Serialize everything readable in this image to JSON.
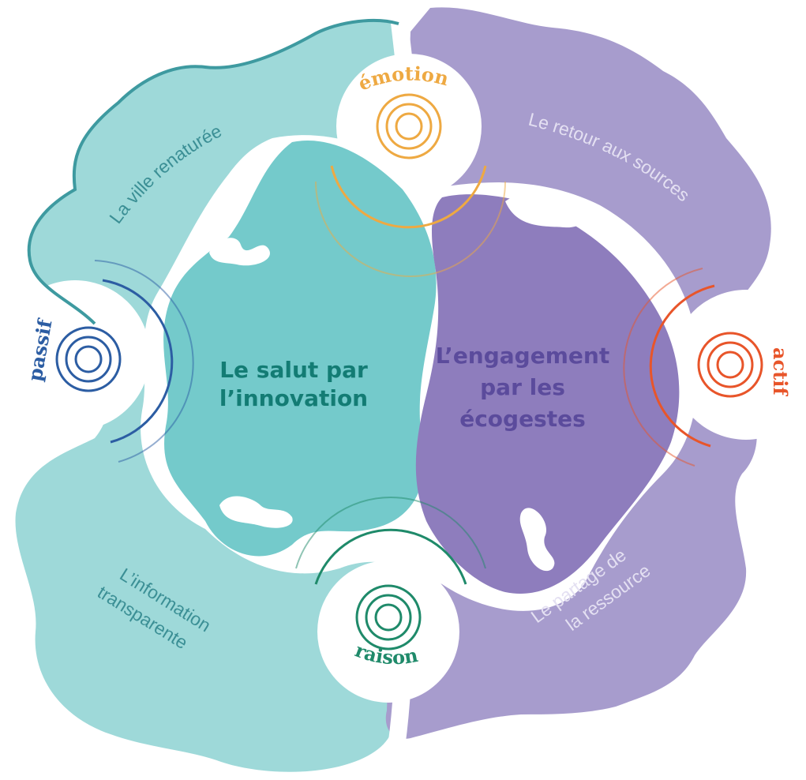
{
  "centers": {
    "left": {
      "line1": "Le salut par",
      "line2": "l’innovation"
    },
    "right": {
      "line1": "L’engagement",
      "line2": "par les",
      "line3": "écogestes"
    }
  },
  "quadrants": {
    "top_left": {
      "label": "La ville renaturée"
    },
    "top_right": {
      "label": "Le retour aux sources"
    },
    "bottom_left": {
      "line1": "L’information",
      "line2": "transparente"
    },
    "bottom_right": {
      "line1": "Le partage de",
      "line2": "la ressource"
    }
  },
  "poles": {
    "top": {
      "label": "émotion",
      "color": "#EEA942"
    },
    "bottom": {
      "label": "raison",
      "color": "#1F8A6A"
    },
    "left": {
      "label": "passif",
      "color": "#2C5DA3"
    },
    "right": {
      "label": "actif",
      "color": "#E8552A"
    }
  },
  "colors": {
    "teal_outer": "#9ED9D9",
    "teal_outer_border": "#3E9AA0",
    "teal_inner": "#74CACB",
    "purple_outer": "#A79CCD",
    "purple_inner": "#8E7DBD",
    "center_left_text": "#137C74",
    "center_right_text": "#5B4B9C",
    "teal_quad_text": "#3B8F95",
    "purple_quad_text": "#E4E0F2"
  }
}
